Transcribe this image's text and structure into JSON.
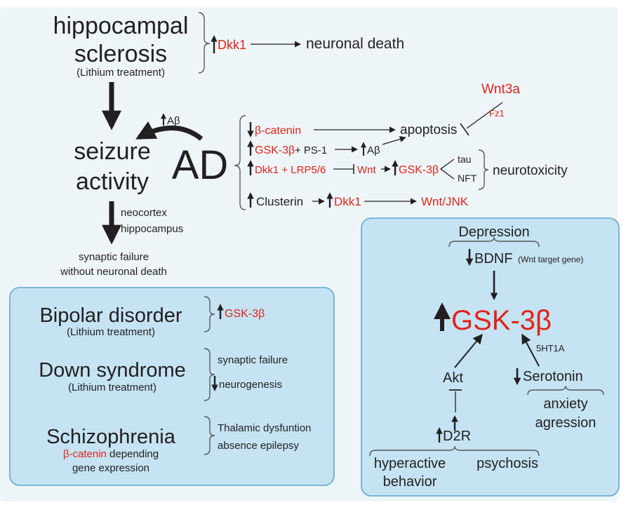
{
  "colors": {
    "background": "#eef5f8",
    "panel_fill": "#c5e3f2",
    "panel_border": "#5fa8cf",
    "text": "#231f20",
    "highlight": "#e2231a"
  },
  "icons": {
    "up": "up-arrow-icon",
    "down": "down-arrow-icon",
    "inhibit": "inhibition-bar-icon"
  },
  "top": {
    "hs_line1": "hippocampal",
    "hs_line2": "sclerosis",
    "hs_note": "(Lithium treatment)",
    "dkk1": "Dkk1",
    "neuronal_death": "neuronal death",
    "abeta_small": "Aβ",
    "seizure_line1": "seizure",
    "seizure_line2": "activity",
    "ad": "AD",
    "neocortex": "neocortex",
    "hippocampus": "hippocampus",
    "synaptic_line1": "synaptic failure",
    "synaptic_line2": "without neuronal death"
  },
  "ad_pathway": {
    "wnt3a": "Wnt3a",
    "fz1": "Fz1",
    "beta_catenin": "β-catenin",
    "apoptosis": "apoptosis",
    "gsk3b": "GSK-3β",
    "plus_ps1": "+ PS-1",
    "abeta": "Aβ",
    "dkk1_lrp": "Dkk1 + LRP5/6",
    "wnt": "Wnt",
    "gsk3b_2": "GSK-3β",
    "tau": "tau",
    "nft": "NFT",
    "neurotoxicity": "neurotoxicity",
    "clusterin": "Clusterin",
    "dkk1": "Dkk1",
    "wnt_jnk": "Wnt/JNK"
  },
  "left_panel": {
    "bipolar": "Bipolar disorder",
    "bipolar_note": "(Lithium treatment)",
    "bipolar_gsk": "GSK-3β",
    "down": "Down syndrome",
    "down_note": "(Lithium treatment)",
    "synaptic_failure": "synaptic failure",
    "neurogenesis": "neurogenesis",
    "schizo": "Schizophrenia",
    "schizo_beta": "β-catenin",
    "schizo_dep": "depending",
    "schizo_gene": "gene expression",
    "thalamic": "Thalamic dysfuntion",
    "absence": "absence epilepsy"
  },
  "right_panel": {
    "depression": "Depression",
    "bdnf": "BDNF",
    "bdnf_note": "(Wnt target gene)",
    "gsk3b": "GSK-3β",
    "akt": "Akt",
    "ht1a": "5HT1A",
    "serotonin": "Serotonin",
    "anxiety": "anxiety",
    "agression": "agression",
    "d2r": "D2R",
    "hyper1": "hyperactive",
    "hyper2": "behavior",
    "psychosis": "psychosis"
  }
}
